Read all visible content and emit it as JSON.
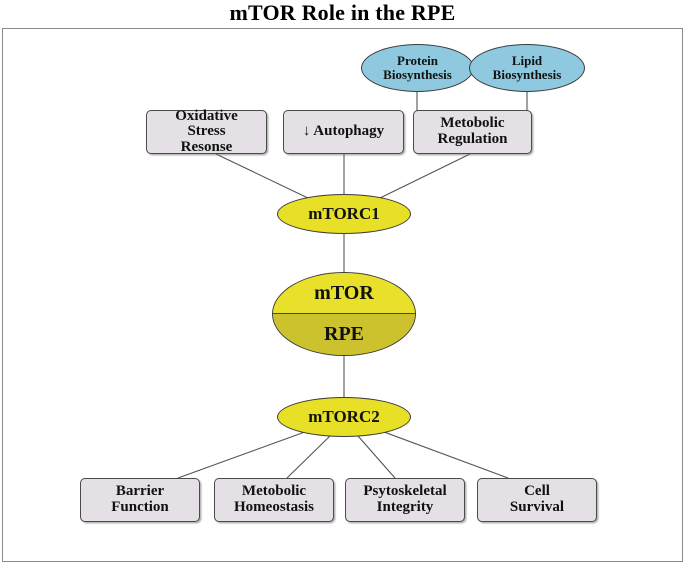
{
  "title": "mTOR Role in the RPE",
  "colors": {
    "blue_node": "#8ec9e0",
    "yellow_node": "#e8e027",
    "yellow_node_dark": "#cbc22e",
    "gray_box": "#e4e0e6",
    "edge": "#555555",
    "frame_border": "#8a8a8a",
    "text": "#111111"
  },
  "chart_data": {
    "type": "diagram",
    "title": "mTOR Role in the RPE",
    "nodes": [
      {
        "id": "protein-biosynthesis",
        "label": "Protein Biosynthesis",
        "line1": "Protein",
        "line2": "Biosynthesis",
        "shape": "ellipse",
        "color": "#8ec9e0"
      },
      {
        "id": "lipid-biosynthesis",
        "label": "Lipid Biosynthesis",
        "line1": "Lipid",
        "line2": "Biosynthesis",
        "shape": "ellipse",
        "color": "#8ec9e0"
      },
      {
        "id": "oxidative-stress-response",
        "label": "Oxidative Stress Resonse",
        "line1": "Oxidative",
        "line2": "Stress",
        "line3": "Resonse",
        "shape": "box",
        "color": "#e4e0e6"
      },
      {
        "id": "autophagy",
        "label": "↓ Autophagy",
        "line1": "↓ Autophagy",
        "shape": "box",
        "color": "#e4e0e6"
      },
      {
        "id": "metabolic-regulation",
        "label": "Metobolic Regulation",
        "line1": "Metobolic",
        "line2": "Regulation",
        "shape": "box",
        "color": "#e4e0e6"
      },
      {
        "id": "mtorc1",
        "label": "mTORC1",
        "shape": "ellipse",
        "color": "#e8e027"
      },
      {
        "id": "mtor-rpe",
        "label": "mTOR RPE",
        "line1": "mTOR",
        "line2": "RPE",
        "shape": "ellipse-split",
        "color": "#e8e027"
      },
      {
        "id": "mtorc2",
        "label": "mTORC2",
        "shape": "ellipse",
        "color": "#e8e027"
      },
      {
        "id": "barrier-function",
        "label": "Barrier Function",
        "line1": "Barrier",
        "line2": "Function",
        "shape": "box",
        "color": "#e4e0e6"
      },
      {
        "id": "metabolic-homeostasis",
        "label": "Metobolic Homeostasis",
        "line1": "Metobolic",
        "line2": "Homeostasis",
        "shape": "box",
        "color": "#e4e0e6"
      },
      {
        "id": "cytoskeletal-integrity",
        "label": "Psytoskeletal Integrity",
        "line1": "Psytoskeletal",
        "line2": "Integrity",
        "shape": "box",
        "color": "#e4e0e6"
      },
      {
        "id": "cell-survival",
        "label": "Cell Survival",
        "line1": "Cell",
        "line2": "Survival",
        "shape": "box",
        "color": "#e4e0e6"
      }
    ],
    "edges": [
      {
        "from": "protein-biosynthesis",
        "to": "metabolic-regulation"
      },
      {
        "from": "lipid-biosynthesis",
        "to": "metabolic-regulation"
      },
      {
        "from": "oxidative-stress-response",
        "to": "mtorc1"
      },
      {
        "from": "autophagy",
        "to": "mtorc1"
      },
      {
        "from": "metabolic-regulation",
        "to": "mtorc1"
      },
      {
        "from": "mtorc1",
        "to": "mtor-rpe"
      },
      {
        "from": "mtor-rpe",
        "to": "mtorc2"
      },
      {
        "from": "mtorc2",
        "to": "barrier-function"
      },
      {
        "from": "mtorc2",
        "to": "metabolic-homeostasis"
      },
      {
        "from": "mtorc2",
        "to": "cytoskeletal-integrity"
      },
      {
        "from": "mtorc2",
        "to": "cell-survival"
      }
    ]
  },
  "nodes": {
    "protein_biosynthesis": {
      "line1": "Protein",
      "line2": "Biosynthesis"
    },
    "lipid_biosynthesis": {
      "line1": "Lipid",
      "line2": "Biosynthesis"
    },
    "oxidative_stress": {
      "line1": "Oxidative",
      "line2": "Stress",
      "line3": "Resonse"
    },
    "autophagy": {
      "line1": "↓ Autophagy"
    },
    "metabolic_regulation": {
      "line1": "Metobolic",
      "line2": "Regulation"
    },
    "mtorc1": {
      "label": "mTORC1"
    },
    "mtor_rpe": {
      "top": "mTOR",
      "bottom": "RPE"
    },
    "mtorc2": {
      "label": "mTORC2"
    },
    "barrier_function": {
      "line1": "Barrier",
      "line2": "Function"
    },
    "metabolic_homeostasis": {
      "line1": "Metobolic",
      "line2": "Homeostasis"
    },
    "cytoskeletal_integrity": {
      "line1": "Psytoskeletal",
      "line2": "Integrity"
    },
    "cell_survival": {
      "line1": "Cell",
      "line2": "Survival"
    }
  }
}
